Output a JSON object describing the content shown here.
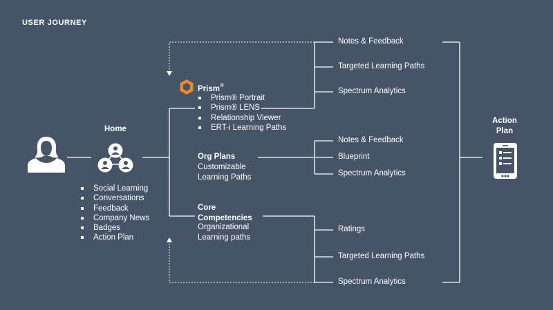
{
  "header": {
    "title": "USER JOURNEY"
  },
  "home": {
    "label": "Home",
    "items": [
      "Social Learning",
      "Conversations",
      "Feedback",
      "Company News",
      "Badges",
      "Action Plan"
    ]
  },
  "prism": {
    "label": "Prism",
    "trademark": "®",
    "items": [
      "Prism® Portrait",
      "Prism® LENS",
      "Relationship Viewer",
      "ERT-i Learning Paths"
    ],
    "outputs": [
      "Notes & Feedback",
      "Targeted Learning Paths",
      "Spectrum Analytics"
    ]
  },
  "org_plans": {
    "label": "Org Plans",
    "subtitle_lines": [
      "Customizable",
      "Learning Paths"
    ],
    "outputs": [
      "Notes & Feedback",
      "Blueprint",
      "Spectrum Analytics"
    ]
  },
  "core": {
    "label_lines": [
      "Core",
      "Competencies"
    ],
    "subtitle_lines": [
      "Organizational",
      "Learning paths"
    ],
    "outputs": [
      "Ratings",
      "Targeted Learning Paths",
      "Spectrum Analytics"
    ]
  },
  "action_plan": {
    "label_lines": [
      "Action",
      "Plan"
    ]
  },
  "colors": {
    "background": "#465468",
    "foreground": "#ffffff",
    "prism_orange": "#f18a21"
  },
  "icons": {
    "user": "user-silhouette-icon",
    "home": "network-people-icon",
    "prism": "prism-hexagon-icon",
    "action_plan": "phone-checklist-icon"
  }
}
